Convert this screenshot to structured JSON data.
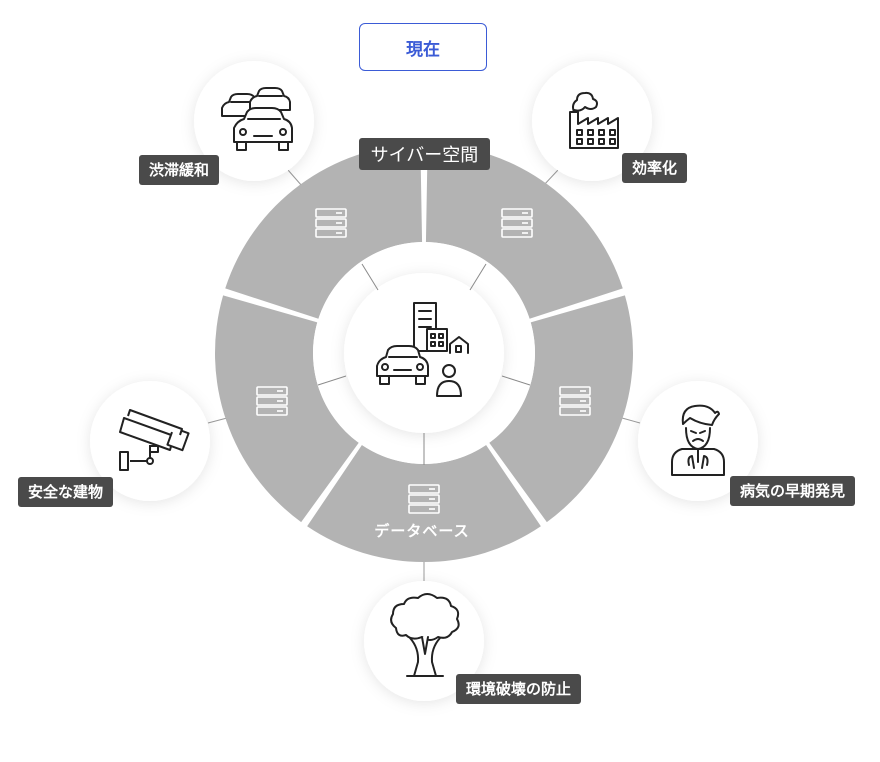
{
  "header": {
    "title": "現在"
  },
  "ring": {
    "label": "サイバー空間",
    "database_label": "データベース"
  },
  "nodes": [
    {
      "label": "渋滞緩和",
      "icon": "traffic-jam-icon"
    },
    {
      "label": "効率化",
      "icon": "factory-icon"
    },
    {
      "label": "安全な建物",
      "icon": "security-camera-icon"
    },
    {
      "label": "病気の早期発見",
      "icon": "sick-person-icon"
    },
    {
      "label": "環境破壊の防止",
      "icon": "tree-icon"
    }
  ],
  "center": {
    "icon": "city-car-person-icon"
  },
  "colors": {
    "ring": "#b3b3b3",
    "tag": "#4a4a4a",
    "accent": "#3b5bd6",
    "circle": "#ffffff"
  }
}
